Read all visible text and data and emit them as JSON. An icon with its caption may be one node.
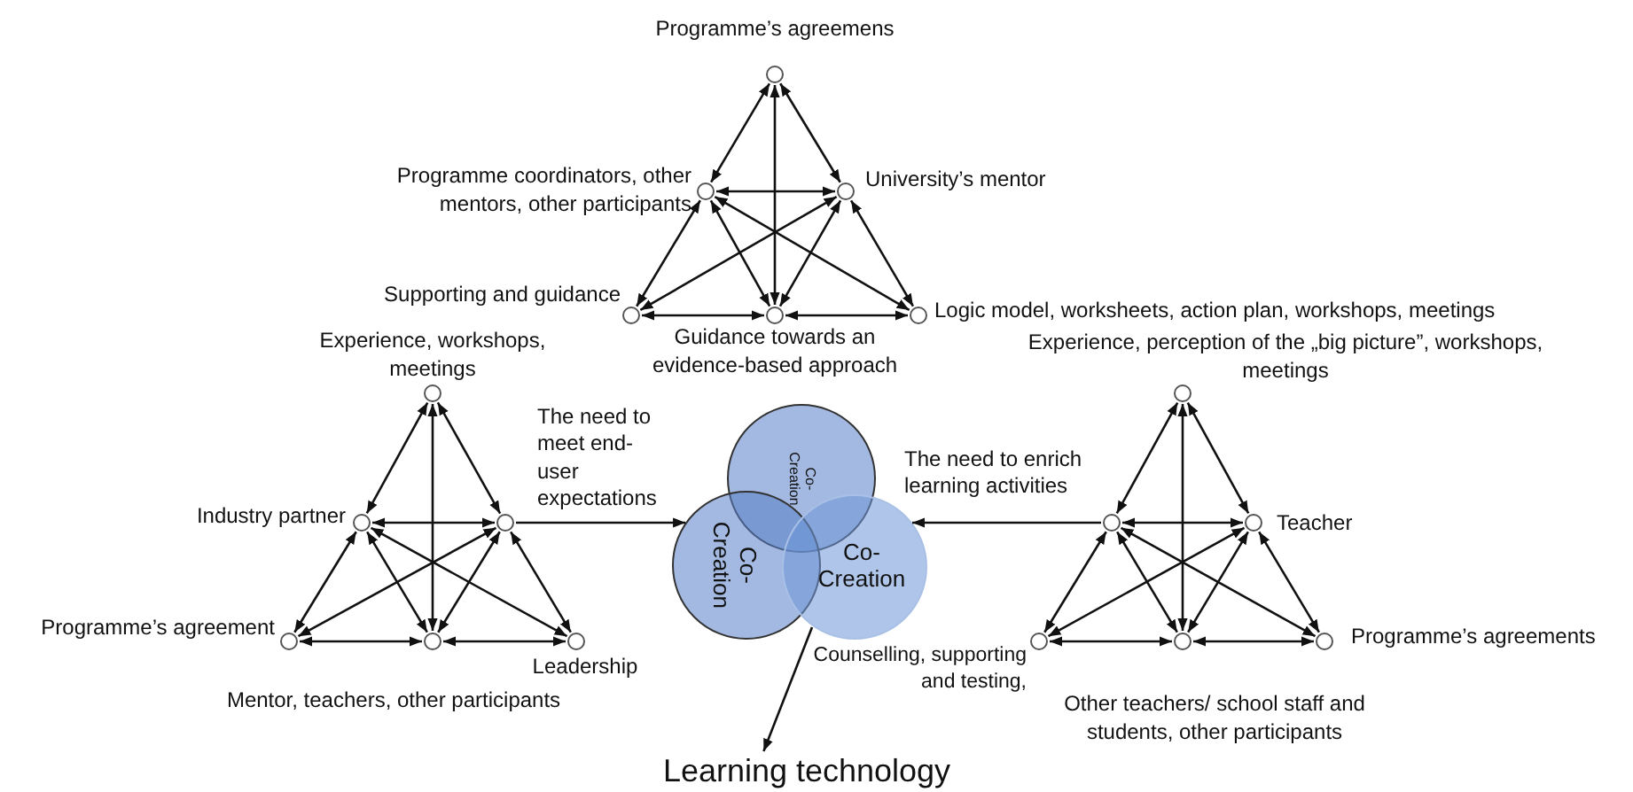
{
  "diagram": {
    "nodes": [
      {
        "text": [],
        "shape": "circle",
        "beside": [
          "Programme’s agreemens"
        ]
      },
      {
        "text": [],
        "shape": "circle",
        "beside": [
          "Programme coordinators, other mentors, other participants"
        ]
      },
      {
        "text": [],
        "shape": "circle",
        "beside": [
          "University’s mentor"
        ]
      },
      {
        "text": [],
        "shape": "circle",
        "beside": [
          "Supporting and guidance"
        ]
      },
      {
        "text": [],
        "shape": "circle",
        "beside": [
          "Guidance towards an evidence-based approach"
        ]
      },
      {
        "text": [],
        "shape": "circle",
        "beside": [
          "Logic model, worksheets, action plan, workshops, meetings"
        ]
      },
      {
        "text": [],
        "shape": "circle",
        "beside": [
          "Experience, workshops, meetings"
        ]
      },
      {
        "text": [],
        "shape": "circle",
        "beside": [
          "Industry partner"
        ]
      },
      {
        "text": [],
        "shape": "circle"
      },
      {
        "text": [],
        "shape": "circle",
        "beside": [
          "Programme’s agreement"
        ]
      },
      {
        "text": [],
        "shape": "circle",
        "beside": [
          "Mentor, teachers, other participants"
        ]
      },
      {
        "text": [],
        "shape": "circle",
        "beside": [
          "Leadership"
        ]
      },
      {
        "text": [
          "Co- Creation"
        ]
      },
      {
        "text": [
          "Co- Creation"
        ]
      },
      {
        "text": [
          "Co- Creation"
        ]
      },
      {
        "text": [],
        "shape": "circle",
        "beside": [
          "Experience, perception of the „big picture”, workshops, meetings"
        ]
      },
      {
        "text": [],
        "shape": "circle"
      },
      {
        "text": [],
        "shape": "circle",
        "beside": [
          "Teacher"
        ]
      },
      {
        "text": [],
        "shape": "circle",
        "beside": [
          "Counselling, supporting and testing,"
        ]
      },
      {
        "text": [],
        "shape": "circle",
        "beside": [
          "Other teachers/ school staff and students, other participants"
        ]
      },
      {
        "text": [],
        "shape": "circle",
        "beside": [
          "Programme’s agreements"
        ]
      },
      {
        "text": [
          "Learning technology"
        ]
      }
    ],
    "edges": [
      {
        "from": 0,
        "to": 1,
        "arrow": "both"
      },
      {
        "from": 0,
        "to": 2,
        "arrow": "both"
      },
      {
        "from": 0,
        "to": 4,
        "arrow": "both"
      },
      {
        "from": 1,
        "to": 2,
        "arrow": "both"
      },
      {
        "from": 1,
        "to": 3,
        "arrow": "both"
      },
      {
        "from": 1,
        "to": 4,
        "arrow": "both"
      },
      {
        "from": 1,
        "to": 5,
        "arrow": "both"
      },
      {
        "from": 2,
        "to": 3,
        "arrow": "both"
      },
      {
        "from": 2,
        "to": 4,
        "arrow": "both"
      },
      {
        "from": 2,
        "to": 5,
        "arrow": "both"
      },
      {
        "from": 3,
        "to": 4,
        "arrow": "both"
      },
      {
        "from": 4,
        "to": 5,
        "arrow": "both"
      },
      {
        "from": 6,
        "to": 7,
        "arrow": "both"
      },
      {
        "from": 6,
        "to": 8,
        "arrow": "both"
      },
      {
        "from": 6,
        "to": 10,
        "arrow": "both"
      },
      {
        "from": 7,
        "to": 8,
        "arrow": "both"
      },
      {
        "from": 7,
        "to": 9,
        "arrow": "both"
      },
      {
        "from": 7,
        "to": 10,
        "arrow": "both"
      },
      {
        "from": 7,
        "to": 11,
        "arrow": "both"
      },
      {
        "from": 8,
        "to": 9,
        "arrow": "both"
      },
      {
        "from": 8,
        "to": 10,
        "arrow": "both"
      },
      {
        "from": 8,
        "to": 11,
        "arrow": "both"
      },
      {
        "from": 9,
        "to": 10,
        "arrow": "both"
      },
      {
        "from": 10,
        "to": 11,
        "arrow": "both"
      },
      {
        "from": 15,
        "to": 16,
        "arrow": "both"
      },
      {
        "from": 15,
        "to": 17,
        "arrow": "both"
      },
      {
        "from": 15,
        "to": 19,
        "arrow": "both"
      },
      {
        "from": 16,
        "to": 17,
        "arrow": "both"
      },
      {
        "from": 16,
        "to": 18,
        "arrow": "both"
      },
      {
        "from": 16,
        "to": 19,
        "arrow": "both"
      },
      {
        "from": 16,
        "to": 20,
        "arrow": "both"
      },
      {
        "from": 17,
        "to": 18,
        "arrow": "both"
      },
      {
        "from": 17,
        "to": 19,
        "arrow": "both"
      },
      {
        "from": 17,
        "to": 20,
        "arrow": "both"
      },
      {
        "from": 18,
        "to": 19,
        "arrow": "both"
      },
      {
        "from": 19,
        "to": 20,
        "arrow": "both"
      },
      {
        "from": 8,
        "to": 13,
        "arrow": "to",
        "label": "The need to meet end-user expectations"
      },
      {
        "from": 16,
        "to": 14,
        "arrow": "to",
        "label": "The need to enrich learning activities"
      },
      {
        "from": 14,
        "to": 21,
        "arrow": "to"
      }
    ]
  }
}
